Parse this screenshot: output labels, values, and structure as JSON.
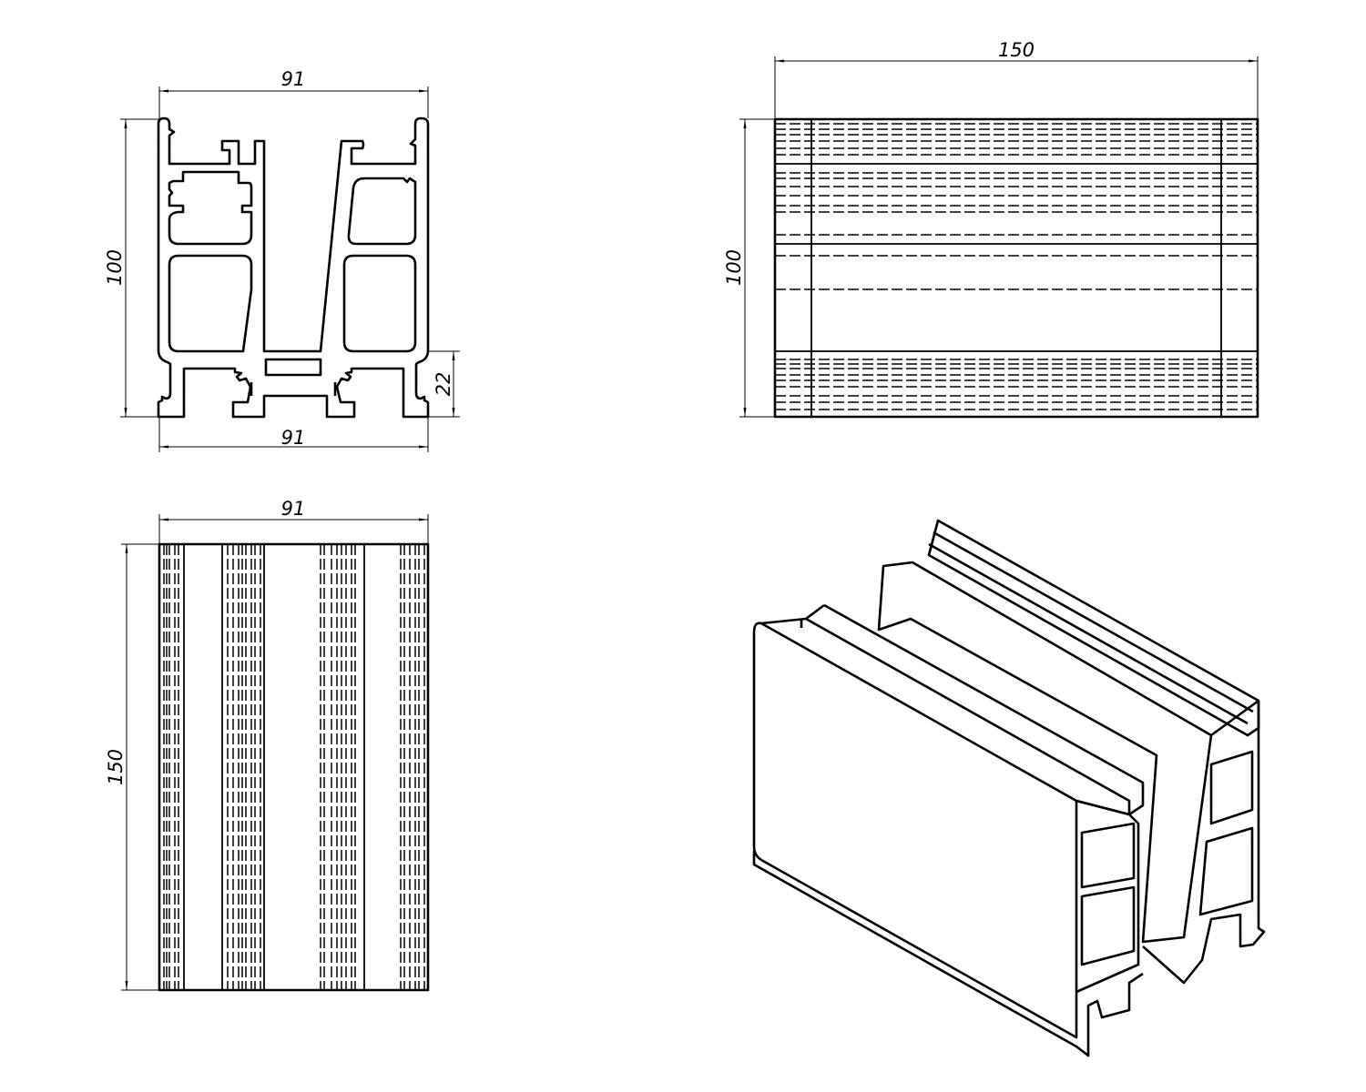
{
  "views": {
    "section": {
      "width_top": "91",
      "height": "100",
      "foot_height": "22",
      "width_bottom": "91"
    },
    "side": {
      "length": "150",
      "height": "100"
    },
    "plan": {
      "width": "91",
      "length": "150"
    },
    "isometric": {}
  },
  "colors": {
    "line": "#000000",
    "background": "#ffffff"
  }
}
